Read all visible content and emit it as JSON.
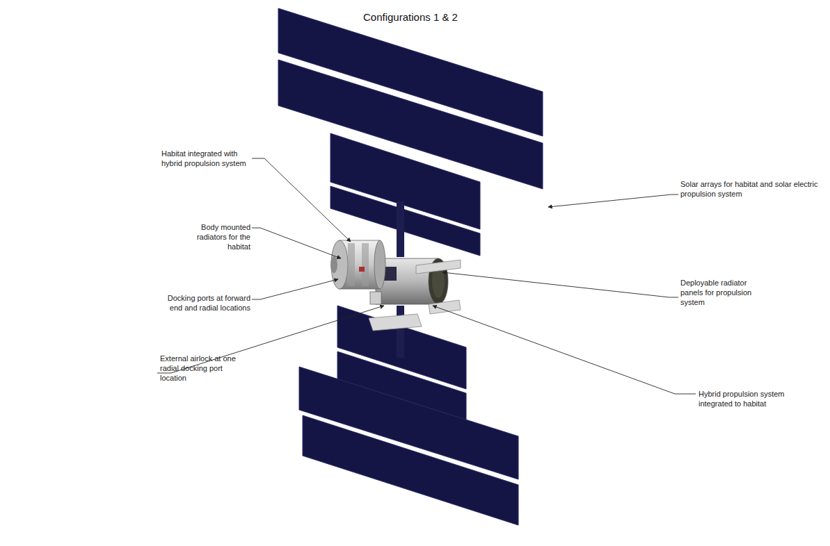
{
  "diagram": {
    "title": "Configurations 1 & 2",
    "labels": [
      "Habitat integrated with hybrid propulsion system",
      "Body mounted radiators for the habitat",
      "Docking ports at forward end and radial locations",
      "External airlock at one radial docking port location",
      "Solar arrays for habitat and solar electric propulsion system",
      "Deployable radiator panels for propulsion system",
      "Hybrid propulsion system integrated to habitat"
    ]
  }
}
